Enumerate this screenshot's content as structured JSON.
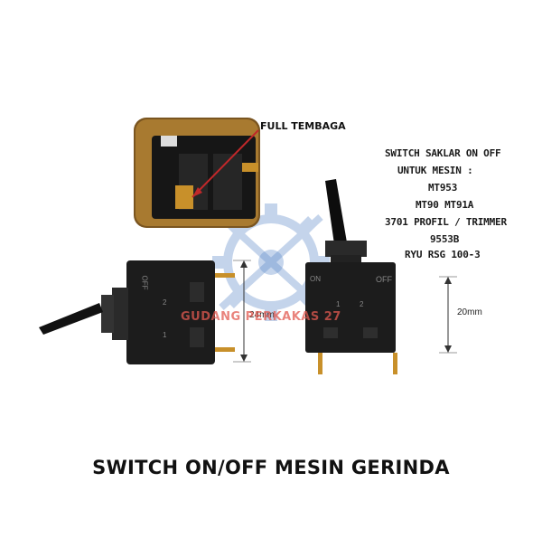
{
  "callout_label": "FULL TEMBAGA",
  "spec_lines": [
    "SWITCH SAKLAR ON OFF",
    "UNTUK MESIN :",
    "MT953",
    "MT90 MT91A",
    "3701 PROFIL / TRIMMER",
    "9553B",
    "RYU RSG 100-3"
  ],
  "dimension_left": "24mm",
  "dimension_right": "20mm",
  "watermark_text": "GUDANG PERKAKAS 27",
  "caption": "SWITCH ON/OFF  MESIN GERINDA",
  "switch_marks": {
    "off": "OFF",
    "on": "ON",
    "one": "1",
    "two": "2"
  },
  "watermark_icon": "gear-wrench-logo-icon",
  "colors": {
    "switch_body": "#1c1c1c",
    "copper": "#c8902a",
    "watermark": "#e25a50",
    "logo": "#5a86c8"
  }
}
